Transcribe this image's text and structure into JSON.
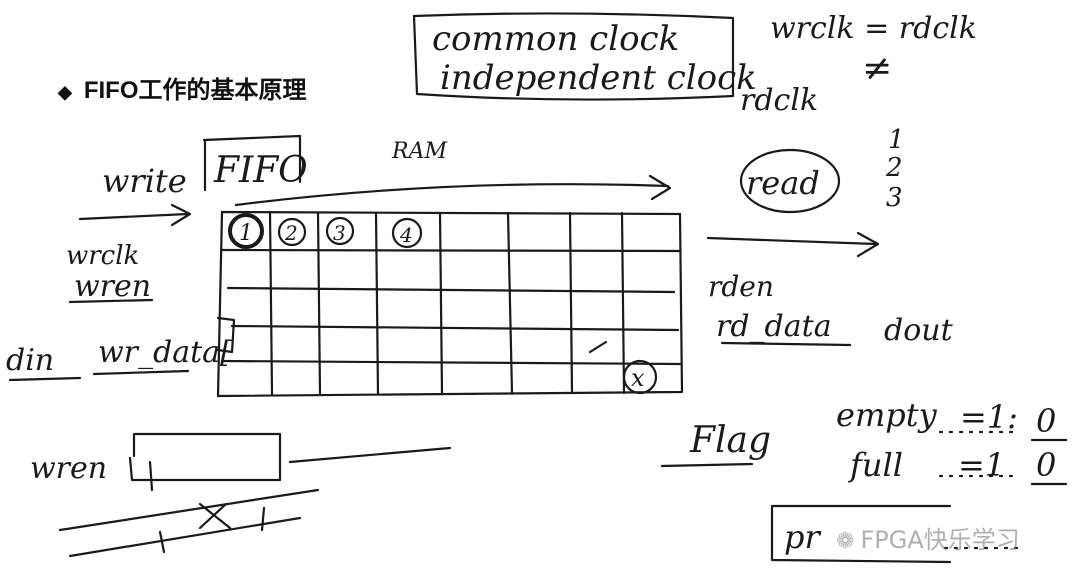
{
  "title": {
    "bullet": "◆",
    "text": "FIFO工作的基本原理"
  },
  "clock_box": {
    "line1": "common clock",
    "line2": "independent clock"
  },
  "clock_relation": {
    "top": "wrclk = rdclk",
    "neq": "≠",
    "bottom": "rdclk"
  },
  "write_label": "write",
  "fifo_box": "FIFO",
  "ram_label": "RAM",
  "read_label": "read",
  "read_steps": [
    "1",
    "2",
    "3"
  ],
  "write_signals": {
    "wrclk": "wrclk",
    "wren": "wren",
    "din": "din",
    "wrdata": "wr_data["
  },
  "read_signals": {
    "rden": "rden",
    "rddata": "rd_data",
    "dout": "dout"
  },
  "cells": [
    "1",
    "2",
    "3",
    "4"
  ],
  "last_cell": "x",
  "timing": {
    "wren": "wren",
    "marker": "X"
  },
  "flags": {
    "title": "Flag",
    "items": [
      {
        "name": "empty",
        "op": "=1:",
        "val": "0"
      },
      {
        "name": "full",
        "op": "=1",
        "val": "0"
      }
    ],
    "partial": "pr"
  },
  "watermark": {
    "icon": "wechat-icon",
    "text": "FPGA快乐学习"
  }
}
